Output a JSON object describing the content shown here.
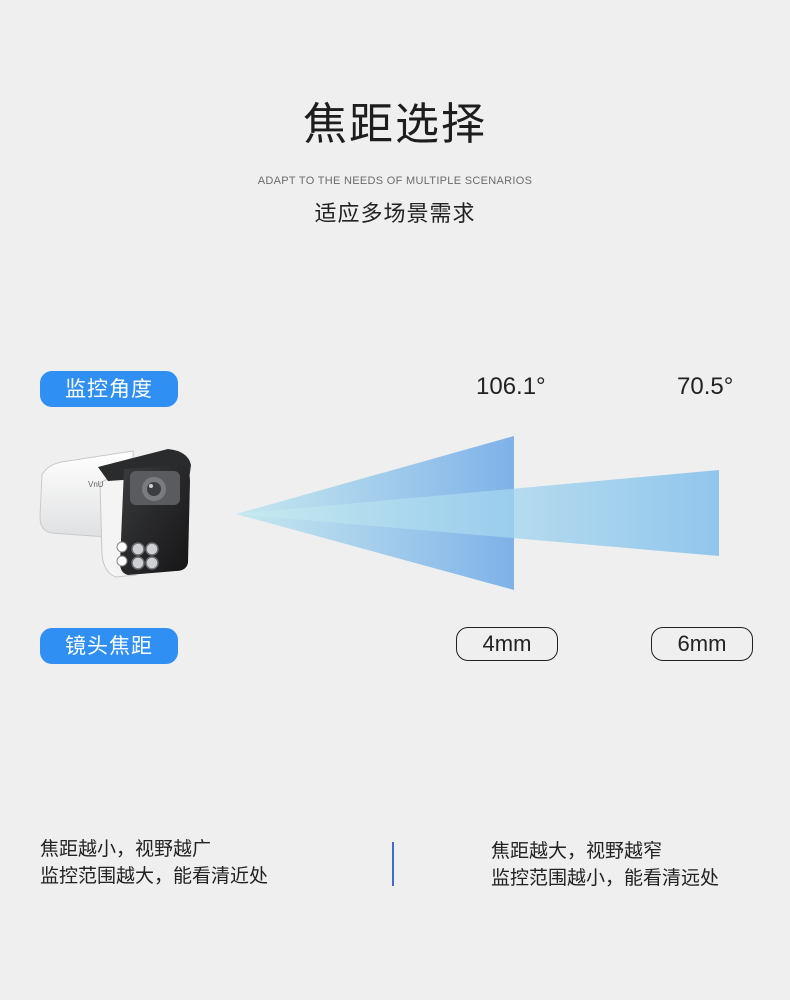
{
  "header": {
    "title": "焦距选择",
    "subtitle_en": "ADAPT TO THE NEEDS OF MULTIPLE SCENARIOS",
    "subtitle_cn": "适应多场景需求"
  },
  "labels": {
    "angle": "监控角度",
    "focal": "镜头焦距"
  },
  "angles": {
    "wide": "106.1°",
    "narrow": "70.5°"
  },
  "focal_lengths": {
    "short": "4mm",
    "long": "6mm"
  },
  "camera": {
    "brand": "VnU"
  },
  "notes": {
    "left": {
      "line1": "焦距越小，视野越广",
      "line2": "监控范围越大，能看清近处"
    },
    "right": {
      "line1": "焦距越大，视野越窄",
      "line2": "监控范围越小，能看清远处"
    }
  },
  "colors": {
    "accent": "#2f8ff2",
    "divider": "#3a6fd0",
    "beam": "#7fb8ea"
  }
}
